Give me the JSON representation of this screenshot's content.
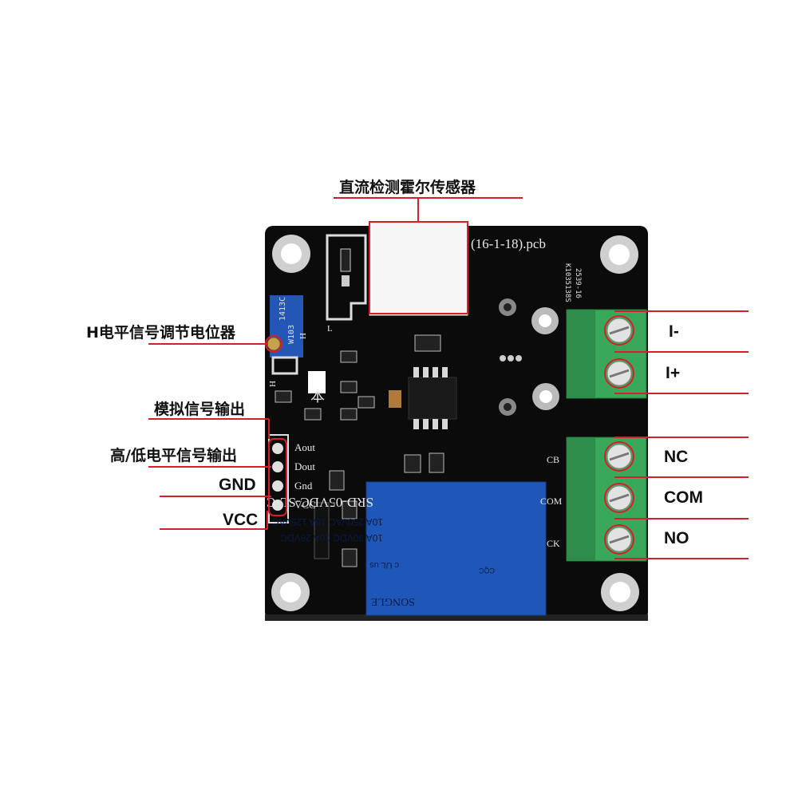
{
  "callouts": {
    "hall_sensor": "直流检测霍尔传感器",
    "potentiometer": "H电平信号调节电位器",
    "analog_out": "模拟信号输出",
    "digital_out": "高/低电平信号输出",
    "gnd": "GND",
    "vcc": "VCC"
  },
  "terminals": {
    "i_minus": "I-",
    "i_plus": "I+",
    "nc": "NC",
    "com": "COM",
    "no": "NO"
  },
  "pcb_silk": {
    "filename": "(16-1-18).pcb",
    "pin_aout": "Aout",
    "pin_dout": "Dout",
    "pin_gnd": "Gnd",
    "pin_vcc": "VCC",
    "relay_cb": "CB",
    "relay_com": "COM",
    "relay_ck": "CK",
    "side_code_1": "2539-16",
    "side_code_2": "K1035138S",
    "l_mark": "L",
    "h_mark_1": "H",
    "h_mark_2": "H",
    "ben_mark": "本"
  },
  "potentiometer_marks": {
    "line1": "1413C",
    "line2": "W103"
  },
  "relay": {
    "model": "SRD-05VDC-SL-C",
    "spec1": "10A 250VAC  10A 125VAC",
    "spec2": "10A  30VDC  10A  28VDC",
    "brand": "SONGLE",
    "cqc": "CQC",
    "ul": "c UL us"
  },
  "colors": {
    "pcb": "#0b0b0b",
    "callout_line": "#d81e2a",
    "terminal_green": "#3aa85a",
    "relay_blue": "#1f57b8",
    "pot_blue": "#2456b5",
    "hall_white": "#f6f6f6"
  }
}
